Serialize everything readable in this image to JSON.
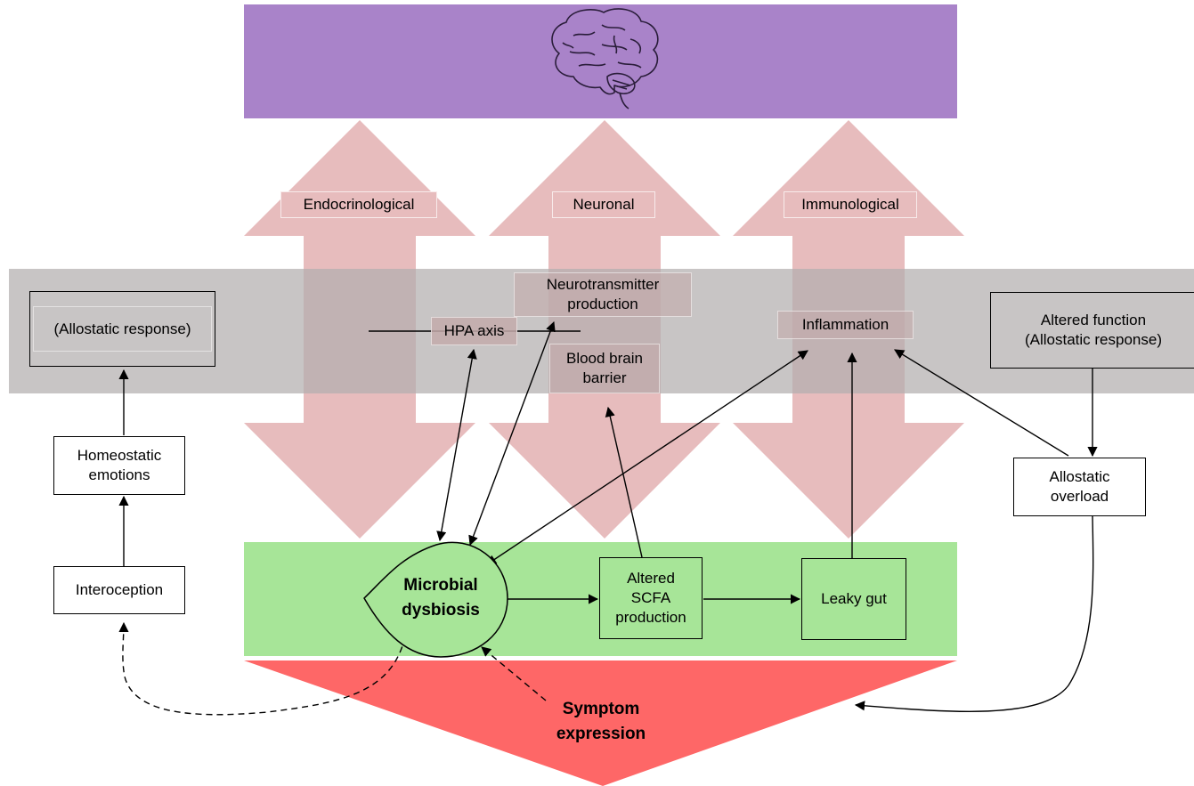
{
  "colors": {
    "brain_band": "#a983c9",
    "gut_band": "#a7e598",
    "middle_band": "#b3aeae",
    "arrow_fill": "#e7bcbd",
    "symptom_fill": "#fe6767"
  },
  "icons": {
    "brain": "brain-icon"
  },
  "pathways": {
    "endocrinological": "Endocrinological",
    "neuronal": "Neuronal",
    "immunological": "Immunological"
  },
  "middle": {
    "hpa_axis": "HPA axis",
    "neurotransmitter_line1": "Neurotransmitter",
    "neurotransmitter_line2": "production",
    "bbb_line1": "Blood brain",
    "bbb_line2": "barrier",
    "inflammation": "Inflammation",
    "left_allostatic": "(Allostatic response)",
    "right_line1": "Altered function",
    "right_line2": "(Allostatic response)"
  },
  "left_column": {
    "homeostatic_line1": "Homeostatic",
    "homeostatic_line2": "emotions",
    "interoception": "Interoception"
  },
  "right_column": {
    "allostatic_line1": "Allostatic",
    "allostatic_line2": "overload"
  },
  "gut": {
    "microbial_line1": "Microbial",
    "microbial_line2": "dysbiosis",
    "scfa_line1": "Altered",
    "scfa_line2": "SCFA",
    "scfa_line3": "production",
    "leaky_gut": "Leaky gut"
  },
  "symptom": {
    "line1": "Symptom",
    "line2": "expression"
  }
}
